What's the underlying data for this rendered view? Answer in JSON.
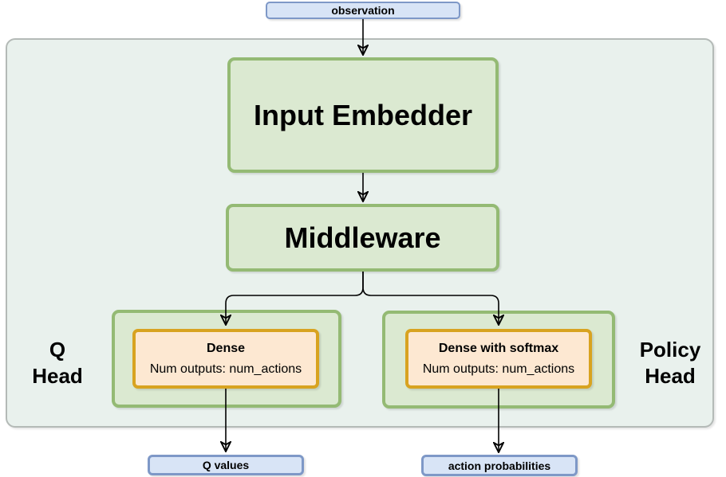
{
  "diagram": {
    "observation_label": "observation",
    "input_embedder_label": "Input Embedder",
    "middleware_label": "Middleware",
    "q_head": {
      "side_label_line1": "Q",
      "side_label_line2": "Head",
      "dense_title": "Dense",
      "dense_subtitle": "Num outputs: num_actions",
      "output_label": "Q values"
    },
    "policy_head": {
      "side_label_line1": "Policy",
      "side_label_line2": "Head",
      "dense_title": "Dense with softmax",
      "dense_subtitle": "Num outputs: num_actions",
      "output_label": "action probabilities"
    }
  },
  "colors": {
    "container_fill": "#e9f1ed",
    "container_border": "#b4bab7",
    "green_fill": "#dbe9d1",
    "green_border": "#94ba74",
    "orange_fill": "#fde8d2",
    "orange_border": "#d8a320",
    "blue_fill": "#d8e4f6",
    "blue_border": "#7e98c7",
    "arrow": "#000000",
    "text": "#000000"
  }
}
